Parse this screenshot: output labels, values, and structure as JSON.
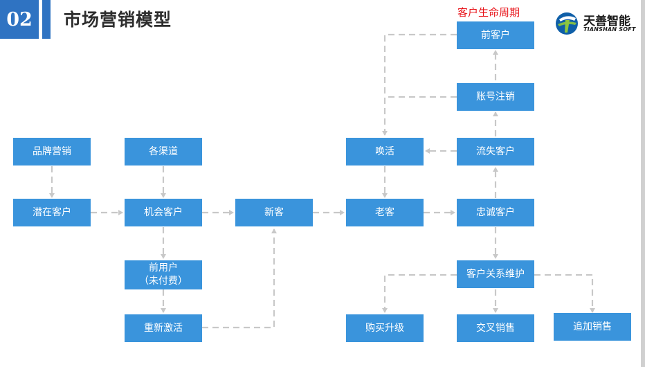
{
  "header": {
    "section_number": "02",
    "title": "市场营销模型",
    "lifecycle_label": "客户生命周期"
  },
  "logo": {
    "name_cn": "天善智能",
    "name_en": "TIANSHAN SOFT"
  },
  "colors": {
    "node_fill": "#3a94dc",
    "header_blue": "#2f73c2",
    "connector": "#c8c8c8",
    "lifecycle_text": "#e8141a"
  },
  "nodes": {
    "brand_marketing": "品牌营销",
    "channels": "各渠道",
    "potential_customer": "潜在客户",
    "opportunity_customer": "机会客户",
    "new_customer": "新客",
    "pre_user": "前用户\n（未付费）",
    "reactivate": "重新激活",
    "pre_customer": "前客户",
    "account_cancel": "账号注销",
    "wake_up": "唤活",
    "lost_customer": "流失客户",
    "old_customer": "老客",
    "loyal_customer": "忠诚客户",
    "crm": "客户关系维护",
    "purchase_upgrade": "购买升级",
    "cross_sell": "交叉销售",
    "upsell": "追加销售"
  }
}
